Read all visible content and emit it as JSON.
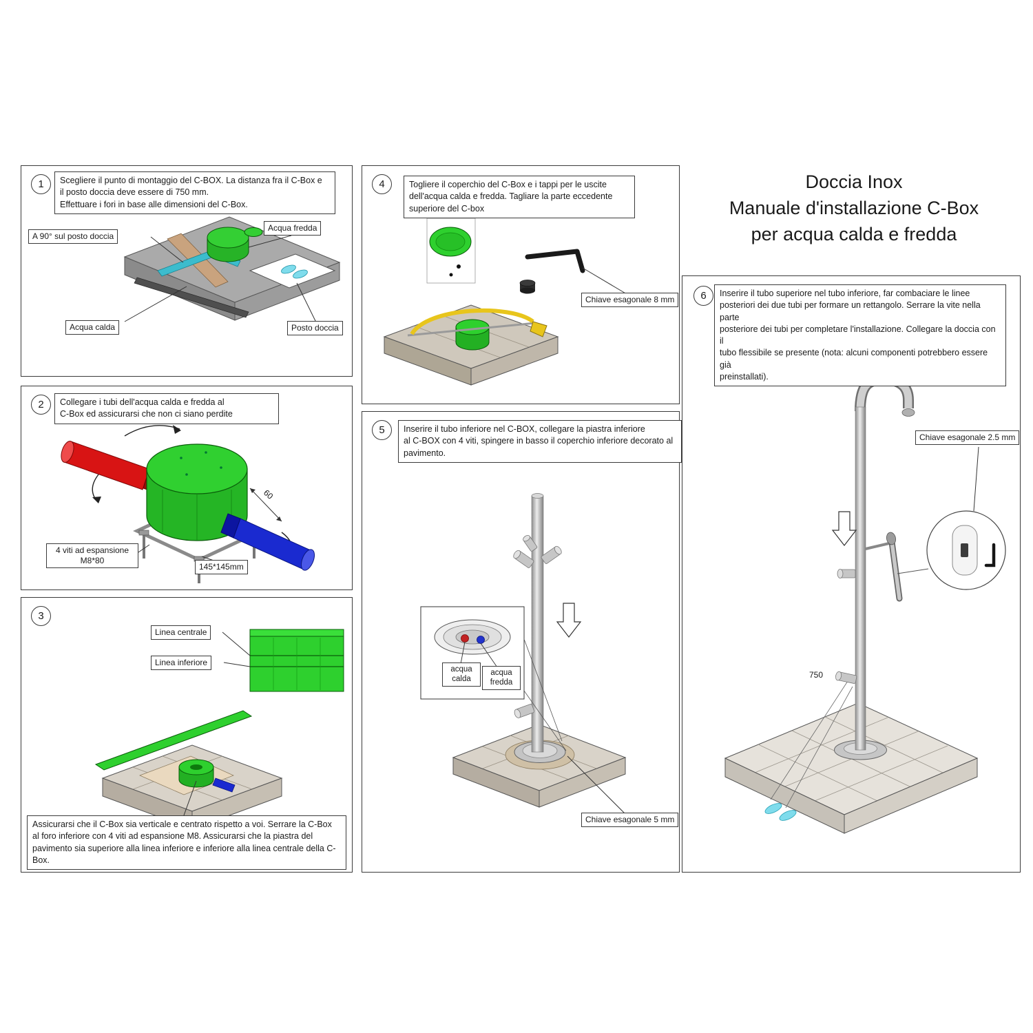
{
  "page": {
    "title_line1": "Doccia Inox",
    "title_line2": "Manuale d'installazione C-Box",
    "title_line3": "per acqua calda e fredda"
  },
  "step1": {
    "num": "1",
    "instruction": "Scegliere il punto di montaggio del C-BOX. La distanza fra il C-Box e\nil posto doccia deve essere di 750 mm.\nEffettuare i fori in base alle dimensioni del C-Box.",
    "label_acqua_fredda": "Acqua fredda",
    "label_a90": "A 90° sul posto doccia",
    "label_acqua_calda": "Acqua calda",
    "label_posto_doccia": "Posto doccia"
  },
  "step2": {
    "num": "2",
    "instruction": "Collegare i tubi dell'acqua calda e fredda al\nC-Box ed assicurarsi che non ci siano perdite",
    "label_viti": "4 viti ad espansione\nM8*80",
    "label_dim": "145*145mm",
    "label_60": "60"
  },
  "step3": {
    "num": "3",
    "label_linea_centrale": "Linea centrale",
    "label_linea_inferiore": "Linea inferiore",
    "instruction": "Assicurarsi che il C-Box sia verticale e centrato rispetto a voi. Serrare la C-Box al foro inferiore con 4 viti ad espansione M8. Assicurarsi che la piastra del pavimento sia superiore alla linea inferiore e inferiore alla linea centrale della C-Box."
  },
  "step4": {
    "num": "4",
    "instruction": "Togliere il coperchio del C-Box e i tappi per le uscite\ndell'acqua calda e fredda. Tagliare la parte eccedente\nsuperiore del C-box",
    "label_chiave": "Chiave esagonale 8 mm"
  },
  "step5": {
    "num": "5",
    "instruction": "Inserire il tubo inferiore nel C-BOX, collegare la piastra inferiore\nal C-BOX con 4 viti, spingere in basso il coperchio inferiore decorato al\npavimento.",
    "label_acqua_calda": "acqua\ncalda",
    "label_acqua_fredda": "acqua\nfredda",
    "label_chiave": "Chiave esagonale 5 mm"
  },
  "step6": {
    "num": "6",
    "instruction": "Inserire il tubo superiore nel tubo inferiore, far combaciare le linee\nposteriori dei due tubi per formare un rettangolo. Serrare la vite nella parte\nposteriore dei tubi per completare l'installazione. Collegare la doccia con il\ntubo flessibile se presente (nota: alcuni componenti potrebbero essere già\npreinstallati).",
    "label_chiave": "Chiave esagonale 2.5 mm",
    "dim_750": "750"
  },
  "colors": {
    "cbox_green": "#2ed02e",
    "hot_red": "#d81414",
    "cold_blue": "#1a2ad0",
    "footprint_cyan": "#7fdcec"
  }
}
